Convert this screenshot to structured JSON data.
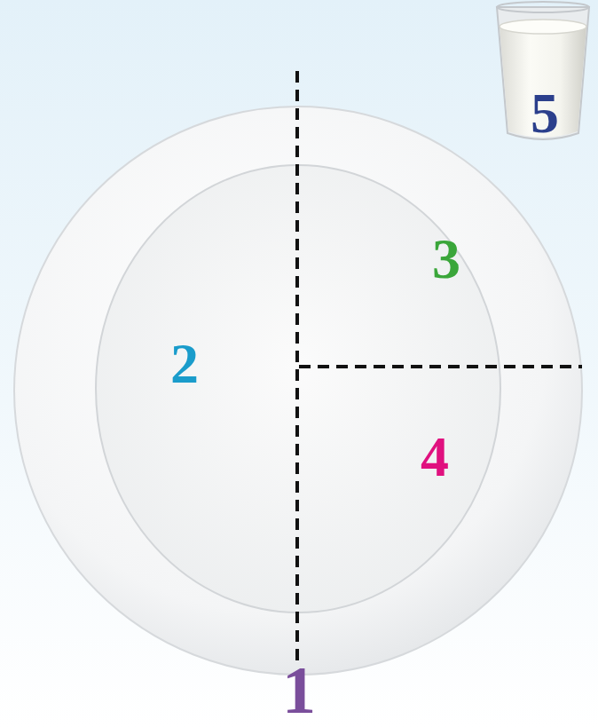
{
  "diagram": {
    "labels": [
      "5",
      "3",
      "2",
      "4",
      "1"
    ]
  }
}
